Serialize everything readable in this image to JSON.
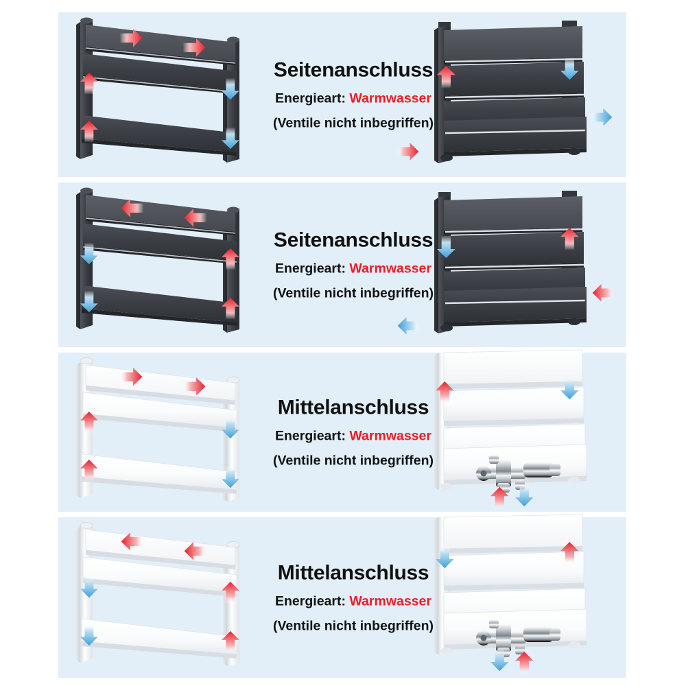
{
  "page": {
    "background": "#ffffff",
    "panel_background": "#e3eff8",
    "hot_color": "#ec1c24",
    "cold_color": "#4aa8e0",
    "dark_radiator_color": "#3a3d42",
    "white_radiator_color": "#fbfcfd"
  },
  "labels": {
    "energieart_prefix": "Energieart: ",
    "warmwasser": "Warmwasser",
    "valve_note": "(Ventile nicht inbegriffen)"
  },
  "panels": [
    {
      "id": "panel-1",
      "title": "Seitenanschluss",
      "energieart_prefix": "Energieart: ",
      "energieart_value": "Warmwasser",
      "note": "(Ventile nicht inbegriffen)",
      "finish": "anthracite",
      "connection": "side",
      "flow_direction": "left-in-right-out",
      "left_diagram": {
        "view": "perspective",
        "arrows": [
          {
            "name": "top-flow-arrow-1",
            "direction": "right",
            "type": "hot"
          },
          {
            "name": "top-flow-arrow-2",
            "direction": "right",
            "type": "hot"
          },
          {
            "name": "left-riser-arrow-upper",
            "direction": "up",
            "type": "hot"
          },
          {
            "name": "left-riser-arrow-lower",
            "direction": "up",
            "type": "hot"
          },
          {
            "name": "right-downpipe-arrow-upper",
            "direction": "down",
            "type": "cold"
          },
          {
            "name": "right-downpipe-arrow-lower",
            "direction": "down",
            "type": "cold"
          }
        ]
      },
      "right_diagram": {
        "view": "front",
        "arrows": [
          {
            "name": "inlet-arrow",
            "direction": "up",
            "type": "hot"
          },
          {
            "name": "outlet-arrow",
            "direction": "down",
            "type": "cold"
          },
          {
            "name": "external-inlet-arrow",
            "direction": "right",
            "type": "hot"
          },
          {
            "name": "external-outlet-arrow",
            "direction": "right",
            "type": "cold"
          }
        ]
      }
    },
    {
      "id": "panel-2",
      "title": "Seitenanschluss",
      "energieart_prefix": "Energieart: ",
      "energieart_value": "Warmwasser",
      "note": "(Ventile nicht inbegriffen)",
      "finish": "anthracite",
      "connection": "side",
      "flow_direction": "right-in-left-out",
      "left_diagram": {
        "view": "perspective",
        "arrows": [
          {
            "name": "top-flow-arrow-1",
            "direction": "left",
            "type": "hot"
          },
          {
            "name": "top-flow-arrow-2",
            "direction": "left",
            "type": "hot"
          },
          {
            "name": "right-riser-arrow-upper",
            "direction": "up",
            "type": "hot"
          },
          {
            "name": "right-riser-arrow-lower",
            "direction": "up",
            "type": "hot"
          },
          {
            "name": "left-downpipe-arrow-upper",
            "direction": "down",
            "type": "cold"
          },
          {
            "name": "left-downpipe-arrow-lower",
            "direction": "down",
            "type": "cold"
          }
        ]
      },
      "right_diagram": {
        "view": "front",
        "arrows": [
          {
            "name": "inlet-arrow",
            "direction": "up",
            "type": "hot"
          },
          {
            "name": "outlet-arrow",
            "direction": "down",
            "type": "cold"
          },
          {
            "name": "external-inlet-arrow",
            "direction": "left",
            "type": "hot"
          },
          {
            "name": "external-outlet-arrow",
            "direction": "left",
            "type": "cold"
          }
        ]
      }
    },
    {
      "id": "panel-3",
      "title": "Mittelanschluss",
      "energieart_prefix": "Energieart: ",
      "energieart_value": "Warmwasser",
      "note": "(Ventile nicht inbegriffen)",
      "finish": "white",
      "connection": "center",
      "flow_direction": "left-in-right-out",
      "left_diagram": {
        "view": "perspective",
        "arrows": [
          {
            "name": "top-flow-arrow-1",
            "direction": "right",
            "type": "hot"
          },
          {
            "name": "top-flow-arrow-2",
            "direction": "right",
            "type": "hot"
          },
          {
            "name": "left-riser-arrow-upper",
            "direction": "up",
            "type": "hot"
          },
          {
            "name": "left-riser-arrow-lower",
            "direction": "up",
            "type": "hot"
          },
          {
            "name": "right-downpipe-arrow-upper",
            "direction": "down",
            "type": "cold"
          },
          {
            "name": "right-downpipe-arrow-lower",
            "direction": "down",
            "type": "cold"
          }
        ]
      },
      "right_diagram": {
        "view": "front",
        "has_valve": true,
        "valve_name": "chrome-center-valve",
        "arrows": [
          {
            "name": "inlet-arrow",
            "direction": "up",
            "type": "hot"
          },
          {
            "name": "outlet-arrow",
            "direction": "down",
            "type": "cold"
          },
          {
            "name": "valve-inlet-arrow",
            "direction": "up",
            "type": "hot"
          },
          {
            "name": "valve-outlet-arrow",
            "direction": "down",
            "type": "cold"
          }
        ]
      }
    },
    {
      "id": "panel-4",
      "title": "Mittelanschluss",
      "energieart_prefix": "Energieart: ",
      "energieart_value": "Warmwasser",
      "note": "(Ventile nicht inbegriffen)",
      "finish": "white",
      "connection": "center",
      "flow_direction": "right-in-left-out",
      "left_diagram": {
        "view": "perspective",
        "arrows": [
          {
            "name": "top-flow-arrow-1",
            "direction": "left",
            "type": "hot"
          },
          {
            "name": "top-flow-arrow-2",
            "direction": "left",
            "type": "hot"
          },
          {
            "name": "right-riser-arrow-upper",
            "direction": "up",
            "type": "hot"
          },
          {
            "name": "right-riser-arrow-lower",
            "direction": "up",
            "type": "hot"
          },
          {
            "name": "left-downpipe-arrow-upper",
            "direction": "down",
            "type": "cold"
          },
          {
            "name": "left-downpipe-arrow-lower",
            "direction": "down",
            "type": "cold"
          }
        ]
      },
      "right_diagram": {
        "view": "front",
        "has_valve": true,
        "valve_name": "chrome-center-valve",
        "arrows": [
          {
            "name": "inlet-arrow",
            "direction": "up",
            "type": "hot"
          },
          {
            "name": "outlet-arrow",
            "direction": "down",
            "type": "cold"
          },
          {
            "name": "valve-inlet-arrow",
            "direction": "up",
            "type": "hot"
          },
          {
            "name": "valve-outlet-arrow",
            "direction": "down",
            "type": "cold"
          }
        ]
      }
    }
  ]
}
